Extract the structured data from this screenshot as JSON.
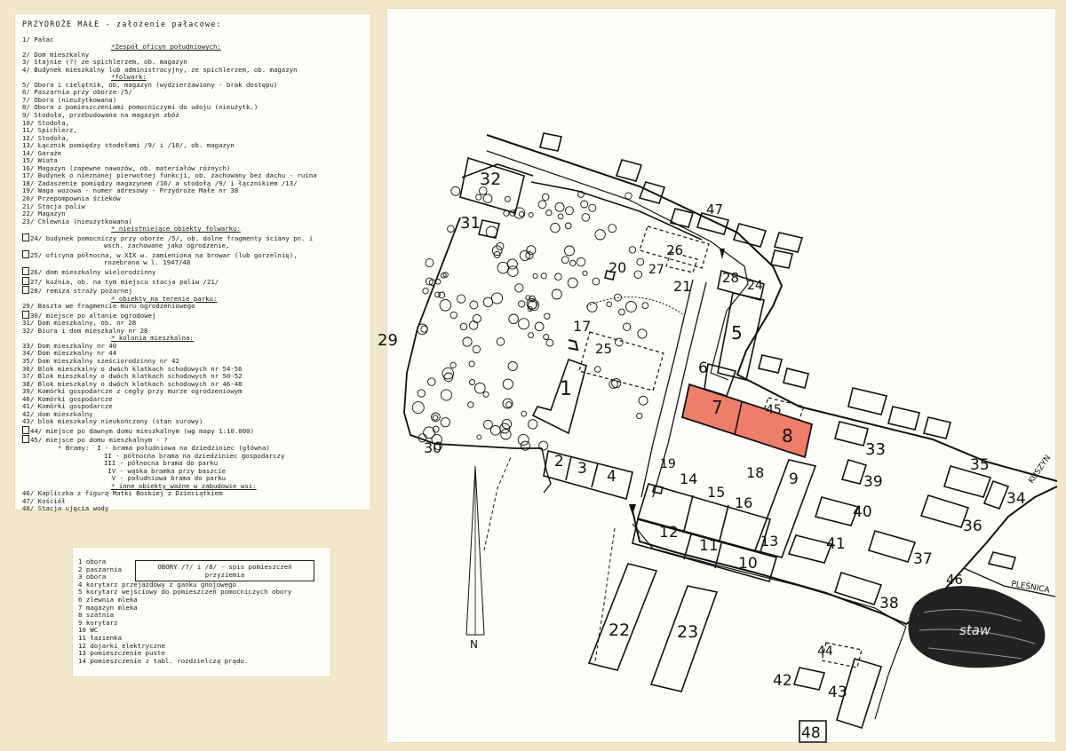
{
  "legend": {
    "title": "PRZYDROŻE MAŁE  -  założenie pałacowe:",
    "lines": [
      {
        "t": "1/ Pałac"
      },
      {
        "t": "*Zespół oficyn południowych:",
        "h": "c"
      },
      {
        "t": "2/ Dom mieszkalny"
      },
      {
        "t": "3/ Stajnie (?) ze spichlerzem, ob. magazyn"
      },
      {
        "t": "4/ Budynek mieszkalny lub administracyjny, ze spichlerzem, ob. magazyn"
      },
      {
        "t": "*folwark:",
        "h": "c"
      },
      {
        "t": "5/ Obora i cielętnik, ob. magazyn (wydzierżawiony - brak dostępu)"
      },
      {
        "t": "6/ Paszarnia przy oborze /5/"
      },
      {
        "t": "7/ Obora (nieużytkowana)"
      },
      {
        "t": "8/ Obora z pomieszczeniami pomocniczymi do udoju (nieużytk.)"
      },
      {
        "t": "9/ Stodoła, przebudowana na magazyn zbóż"
      },
      {
        "t": "10/ Stodoła,"
      },
      {
        "t": "11/ Spichlerz,"
      },
      {
        "t": "12/ Stodoła,"
      },
      {
        "t": "13/ Łącznik pomiędzy stodołami /9/ i /10/, ob. magazyn"
      },
      {
        "t": "14/ Garaże"
      },
      {
        "t": "15/ Wiata"
      },
      {
        "t": "16/ Magazyn (zapewne nawozów, ob. materiałów różnych)"
      },
      {
        "t": "17/ Budynek o nieznanej pierwotnej funkcji, ob. zachowany bez dachu - ruina"
      },
      {
        "t": "18/ Zadaszenie pomiędzy magazynem /16/ a stodołą /9/ i łącznikiem /13/"
      },
      {
        "t": "19/ Waga wozowa - numer adresowy - Przydroże Małe nr 38"
      },
      {
        "t": "20/ Przepompownia ścieków"
      },
      {
        "t": "21/ Stacja paliw"
      },
      {
        "t": "22/ Magazyn"
      },
      {
        "t": "23/ Chlewnia (nieużytkowana)"
      },
      {
        "t": "* nieistniejące obiekty folwarku:",
        "h": "c"
      },
      {
        "t": "24/ budynek pomocniczy przy oborze /5/, ob. dolne fragmenty ściany pn. i",
        "b": 1
      },
      {
        "t": "wsch. zachowane jako ogrodzenie,",
        "i": 1
      },
      {
        "t": "25/ oficyna północna, w XIX w. zamieniona na browar (lub gorzelnię),",
        "b": 1
      },
      {
        "t": "rozebrana w l. 1947/48",
        "i": 1
      },
      {
        "t": "26/ dom mieszkalny wielorodzinny",
        "b": 1
      },
      {
        "t": "27/ kuźnia, ob. na tym miejscu stacja paliw /21/",
        "b": 1
      },
      {
        "t": "28/ remiza straży pożarnej",
        "b": 1
      },
      {
        "t": "* obiekty na terenie parku:",
        "h": "c"
      },
      {
        "t": "29/ Baszta we fragmencie muru ogrodzeniowego"
      },
      {
        "t": "30/ miejsce po altanie ogrodowej",
        "b": 1
      },
      {
        "t": "31/ Dom mieszkalny, ob. nr 28"
      },
      {
        "t": "32/ Biura i dom mieszkalny nr 28"
      },
      {
        "t": "* kolonia mieszkalna:",
        "h": "c"
      },
      {
        "t": "33/ Dom mieszkalny nr 40"
      },
      {
        "t": "34/ Dom mieszkalny nr 44"
      },
      {
        "t": "35/ Dom mieszkalny sześciorodzinny nr 42"
      },
      {
        "t": "36/ Blok mieszkalny o dwóch klatkach schodowych nr 54-56"
      },
      {
        "t": "37/ Blok mieszkalny o dwóch klatkach schodowych nr 50-52"
      },
      {
        "t": "38/ Blok mieszkalny o dwóch klatkach schodowych nr 46-48"
      },
      {
        "t": "39/ Komórki gospodarcze z cegły przy murze ogrodzeniowym"
      },
      {
        "t": "40/ Komórki gospodarcze"
      },
      {
        "t": "41/ Komórki gospodarcze"
      },
      {
        "t": "42/ dom mieszkalny"
      },
      {
        "t": "43/ blok mieszkalny nieukończony (stan surowy)"
      },
      {
        "t": "44/ miejsce po dawnym domu mieszkalnym (wg mapy 1:10.000)",
        "b": 1
      },
      {
        "t": "45/ miejsce po domu mieszkalnym - ?",
        "b": 1
      },
      {
        "t": "* Bramy:  I - brama południowa na dziedziniec (główna)",
        "g": 1
      },
      {
        "t": "II - północna brama na dziedziniec gospodarczy",
        "i2": 1
      },
      {
        "t": "III - północna brama do parku",
        "i2": 1
      },
      {
        "t": " IV - wąska bramka przy baszcie",
        "i2": 1
      },
      {
        "t": "  V - południowa brama do parku",
        "i2": 1
      },
      {
        "t": "* inne obiekty ważne w zabudowie wsi:",
        "h": "c"
      },
      {
        "t": "46/ Kapliczka z figurą Matki Boskiej z Dzieciątkiem"
      },
      {
        "t": "47/ Kościół"
      },
      {
        "t": "48/ Stacja ujęcia wody"
      }
    ]
  },
  "rooms": {
    "title_line1": "OBORY /7/ i /8/ - spis pomieszczeń",
    "title_line2": "przyziemia",
    "items": [
      "1 obora",
      "2 paszarnia",
      "3 obora",
      "4 korytarz przejazdowy z ganku gnojowego",
      "5 korytarz wejściowy do pomieszczeń pomocniczych obory",
      "6 zlewnia mleka",
      "7 magazyn mleka",
      "8 szatnia",
      "9 korytarz",
      "10 WC",
      "11 łazienka",
      "12 dojarki elektryczne",
      "13 pomieszczenie puste",
      "14 pomieszczenie z tabl. rozdzielczą prądu."
    ]
  },
  "map": {
    "highlight_color": "#ee7e69",
    "north_label": "N",
    "road_labels": {
      "kuszyn": "KUSZYN",
      "plesnica": "PLEŚNICA"
    },
    "pond_label": "staw",
    "buildings": [
      "1",
      "2",
      "3",
      "4",
      "5",
      "6",
      "7",
      "8",
      "9",
      "10",
      "11",
      "12",
      "13",
      "14",
      "15",
      "16",
      "17",
      "18",
      "19",
      "20",
      "21",
      "22",
      "23",
      "24",
      "25",
      "26",
      "27",
      "28",
      "29",
      "30",
      "31",
      "32",
      "33",
      "34",
      "35",
      "36",
      "37",
      "38",
      "39",
      "40",
      "41",
      "42",
      "43",
      "44",
      "45",
      "46",
      "47",
      "48"
    ]
  }
}
